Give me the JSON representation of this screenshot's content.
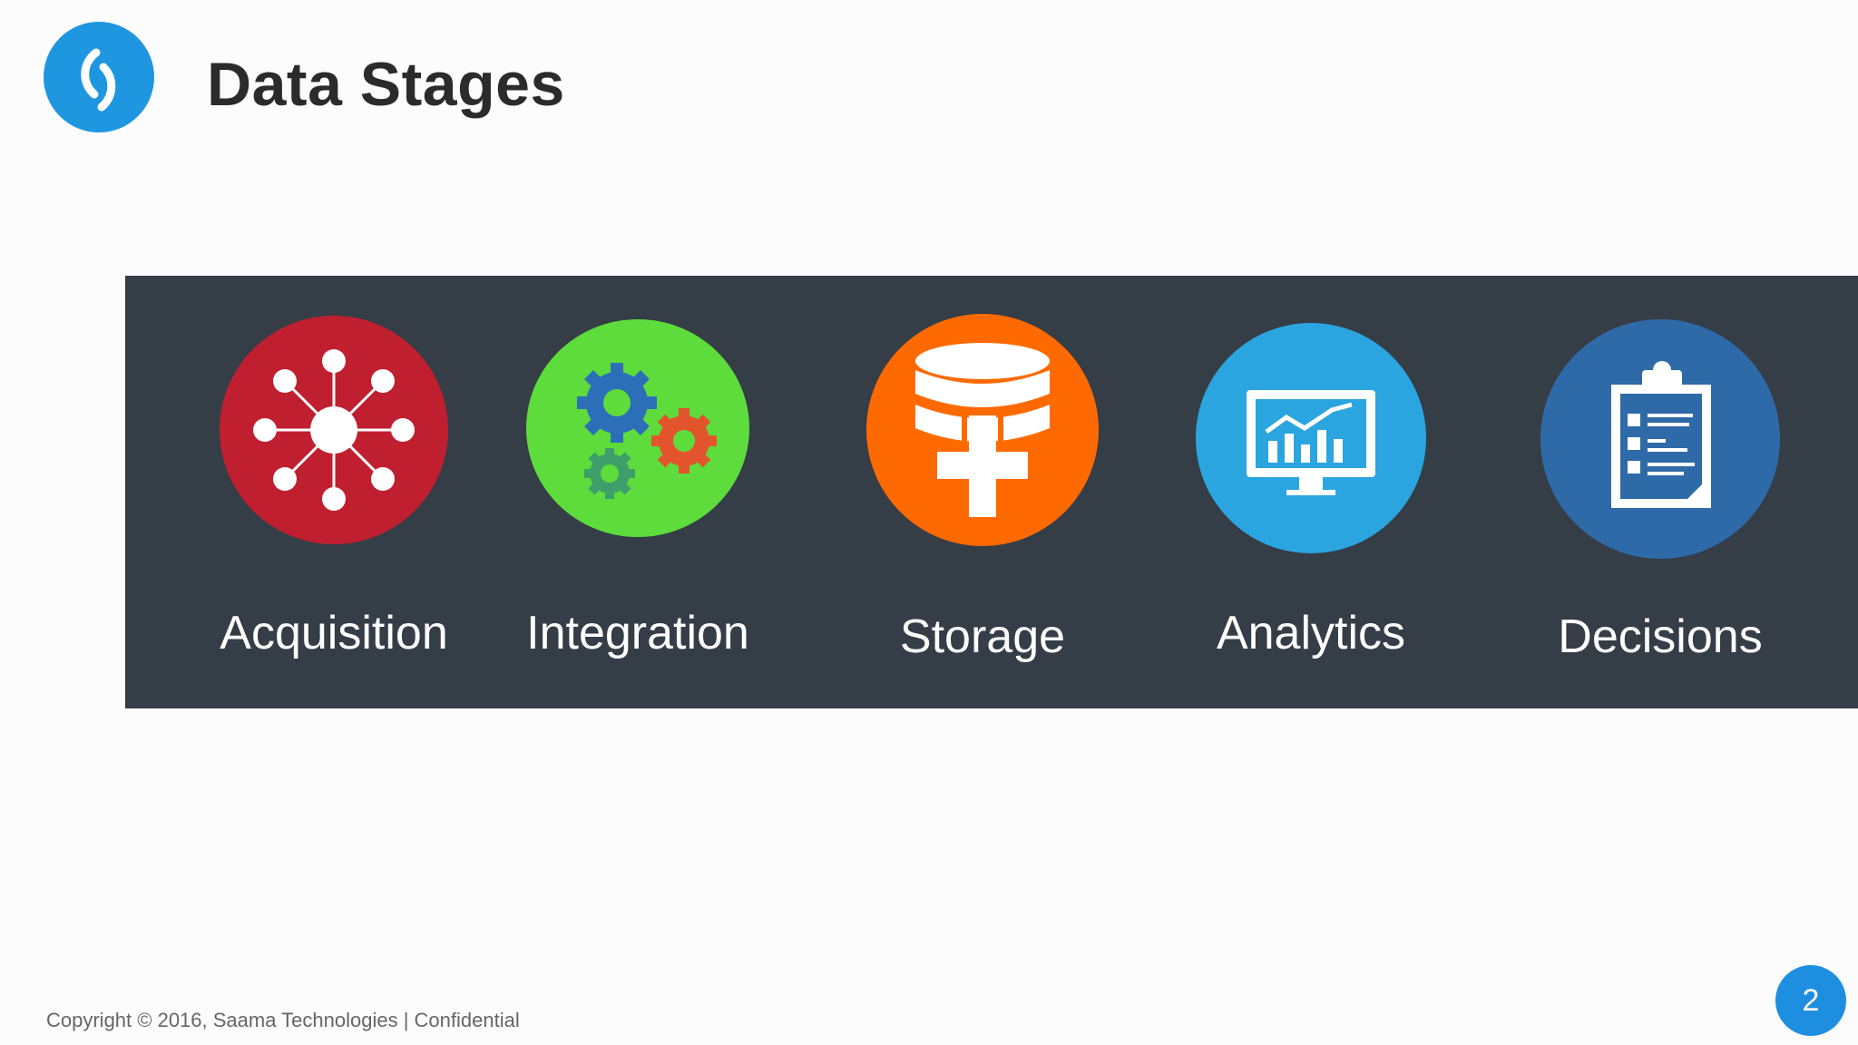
{
  "slide": {
    "title": "Data Stages",
    "footer": "Copyright © 2016, Saama Technologies | Confidential",
    "page_number": "2"
  },
  "logo": {
    "icon": "saama-logo-icon",
    "color": "#1e96e0"
  },
  "stages": [
    {
      "label": "Acquisition",
      "icon": "network-hub-icon",
      "color": "#c01f2f"
    },
    {
      "label": "Integration",
      "icon": "gears-icon",
      "color": "#5ddc3c"
    },
    {
      "label": "Storage",
      "icon": "database-plus-icon",
      "color": "#ff6a00"
    },
    {
      "label": "Analytics",
      "icon": "monitor-chart-icon",
      "color": "#2aa5e0"
    },
    {
      "label": "Decisions",
      "icon": "clipboard-checklist-icon",
      "color": "#2f6aa8"
    }
  ],
  "colors": {
    "band": "#353d47",
    "title": "#2b2b2b",
    "footer_text": "#666666",
    "page_badge": "#1e8ee0"
  }
}
